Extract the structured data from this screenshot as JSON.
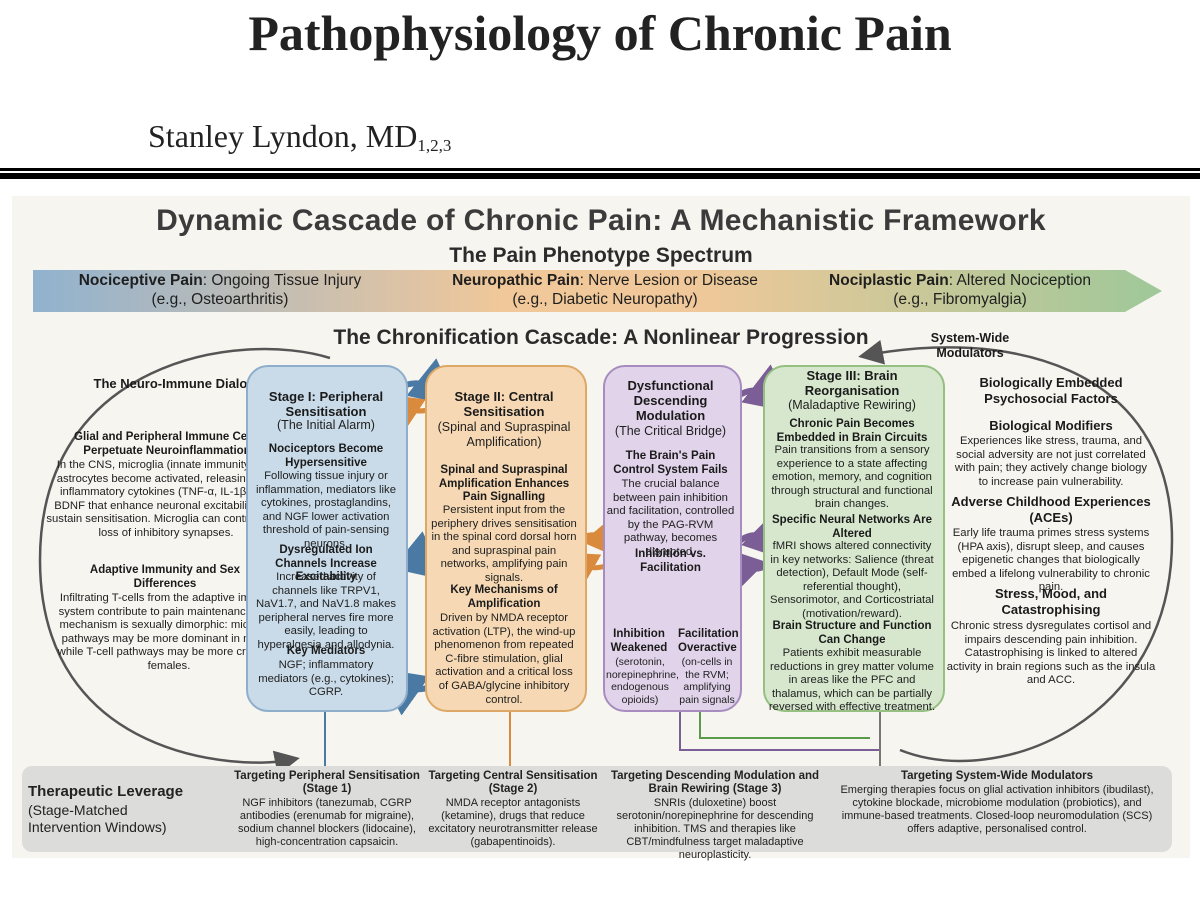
{
  "header": {
    "title": "Pathophysiology of Chronic Pain",
    "author": "Stanley Lyndon, MD",
    "author_superscript": "1,2,3"
  },
  "figure": {
    "title": "Dynamic Cascade of Chronic Pain: A Mechanistic Framework",
    "spectrum_title": "The Pain Phenotype Spectrum",
    "phenotypes": [
      {
        "label": "Nociceptive Pain",
        "desc": ": Ongoing Tissue Injury",
        "example": "(e.g., Osteoarthritis)"
      },
      {
        "label": "Neuropathic Pain",
        "desc": ": Nerve Lesion or Disease",
        "example": "(e.g., Diabetic Neuropathy)"
      },
      {
        "label": "Nociplastic Pain",
        "desc": ": Altered Nociception",
        "example": "(e.g., Fibromyalgia)"
      }
    ],
    "cascade_title": "The Chronification Cascade: A Nonlinear Progression",
    "neuro_immune": {
      "title": "The Neuro-Immune Dialogue",
      "sec1_head": "Glial and Peripheral Immune Cells Perpetuate Neuroinflammation",
      "sec1_text": "In the CNS, microglia (innate immunity) and astrocytes become activated, releasing pro-inflammatory cytokines (TNF-α, IL-1β) and BDNF that enhance neuronal excitability and sustain sensitisation. Microglia can contribute to loss of inhibitory synapses.",
      "sec2_head": "Adaptive Immunity and Sex Differences",
      "sec2_text": "Infiltrating T-cells from the adaptive immune system contribute to pain maintenance. This mechanism is sexually dimorphic: microglial pathways may be more dominant in males, while T-cell pathways may be more critical in females."
    },
    "stage1": {
      "title": "Stage I: Peripheral Sensitisation",
      "subtitle": "(The Initial Alarm)",
      "h1": "Nociceptors Become Hypersensitive",
      "t1": "Following tissue injury or inflammation, mediators like cytokines, prostaglandins, and NGF lower activation threshold of pain-sensing neurons.",
      "h2": "Dysregulated Ion Channels Increase Excitability",
      "t2": "Increased activity of channels like TRPV1, NaV1.7, and NaV1.8 makes peripheral nerves fire more easily, leading to hyperalgesia and allodynia.",
      "h3": "Key Mediators",
      "t3": "NGF; inflammatory mediators (e.g., cytokines); CGRP."
    },
    "stage2": {
      "title": "Stage II: Central Sensitisation",
      "subtitle": "(Spinal and Supraspinal Amplification)",
      "h1": "Spinal and Supraspinal Amplification Enhances Pain Signalling",
      "t1": "Persistent input from the periphery drives sensitisation in the spinal cord dorsal horn and supraspinal pain networks, amplifying pain signals.",
      "h2": "Key Mechanisms of Amplification",
      "t2": "Driven by NMDA receptor activation (LTP), the wind-up phenomenon from repeated C-fibre stimulation, glial activation and a critical loss of GABA/glycine inhibitory control."
    },
    "modulation": {
      "title": "Dysfunctional Descending Modulation",
      "subtitle": "(The Critical Bridge)",
      "h1": "The Brain's Pain Control System Fails",
      "t1": "The crucial balance between pain inhibition and facilitation, controlled by the PAG-RVM pathway, becomes disrupted.",
      "h2": "Inhibition vs. Facilitation",
      "left_head": "Inhibition Weakened",
      "left_text": "(serotonin, norepinephrine, endogenous opioids)",
      "right_head": "Facilitation Overactive",
      "right_text": "(on-cells in the RVM; amplifying pain signals"
    },
    "stage3": {
      "title": "Stage III: Brain Reorganisation",
      "subtitle": "(Maladaptive Rewiring)",
      "h1": "Chronic Pain Becomes Embedded in Brain Circuits",
      "t1": "Pain transitions from a sensory experience to a state affecting emotion, memory, and cognition through structural and functional brain changes.",
      "h2": "Specific Neural Networks Are Altered",
      "t2": "fMRI shows altered connectivity in key networks: Salience (threat detection), Default Mode (self-referential thought), Sensorimotor, and Corticostriatal (motivation/reward).",
      "h3": "Brain Structure and Function Can Change",
      "t3": "Patients exhibit measurable reductions in grey matter volume in areas like the PFC and thalamus, which can be partially reversed with effective treatment."
    },
    "modulators": {
      "label": "System-Wide Modulators",
      "title": "Biologically Embedded Psychosocial Factors",
      "h1": "Biological Modifiers",
      "t1": "Experiences like stress, trauma, and social adversity are not just correlated with pain; they actively change biology to increase pain vulnerability.",
      "h2": "Adverse Childhood Experiences (ACEs)",
      "t2": "Early life trauma primes stress systems (HPA axis), disrupt sleep, and causes epigenetic changes that biologically embed a lifelong vulnerability to chronic pain.",
      "h3": "Stress, Mood, and Catastrophising",
      "t3": "Chronic stress dysregulates cortisol and impairs descending pain inhibition. Catastrophising is linked to altered activity in brain regions such as the insula and ACC."
    },
    "therapeutic": {
      "title": "Therapeutic Leverage",
      "subtitle": "(Stage-Matched Intervention Windows)",
      "items": [
        {
          "head": "Targeting Peripheral Sensitisation (Stage 1)",
          "text": "NGF inhibitors (tanezumab, CGRP antibodies (erenumab for migraine), sodium channel blockers (lidocaine), high-concentration capsaicin."
        },
        {
          "head": "Targeting Central Sensitisation (Stage 2)",
          "text": "NMDA receptor antagonists (ketamine), drugs that reduce excitatory neurotransmitter release (gabapentinoids)."
        },
        {
          "head": "Targeting Descending Modulation and Brain Rewiring (Stage 3)",
          "text": "SNRIs (duloxetine) boost serotonin/norepinephrine for descending inhibition. TMS and therapies like CBT/mindfulness target maladaptive neuroplasticity."
        },
        {
          "head": "Targeting System-Wide Modulators",
          "text": "Emerging therapies focus on glial activation inhibitors (ibudilast), cytokine blockade, microbiome modulation (probiotics), and immune-based treatments. Closed-loop neuromodulation (SCS) offers adaptive, personalised control."
        }
      ]
    },
    "colors": {
      "stage1": "#c9dbe9",
      "stage2": "#f6d9b4",
      "modulation": "#e0d3ea",
      "stage3": "#d6e7cd",
      "arrow_blue": "#4a7aa3",
      "arrow_orange": "#d98a3c",
      "arrow_purple": "#7a5e95",
      "arrow_red": "#c0392b",
      "arrow_green": "#5a9a4a"
    }
  }
}
